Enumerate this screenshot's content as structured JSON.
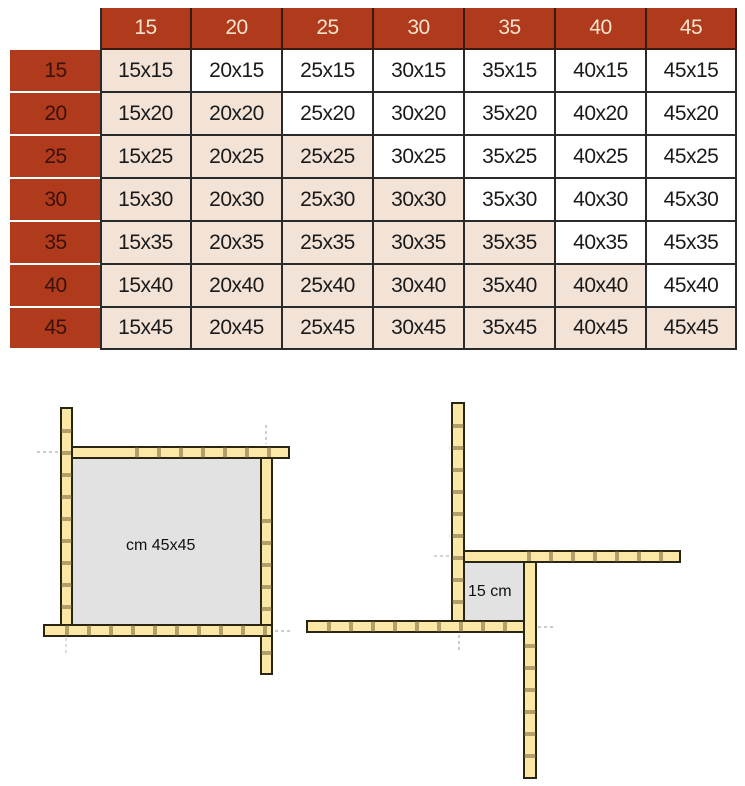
{
  "table": {
    "column_headers": [
      "15",
      "20",
      "25",
      "30",
      "35",
      "40",
      "45"
    ],
    "row_headers": [
      "15",
      "20",
      "25",
      "30",
      "35",
      "40",
      "45"
    ],
    "rows": [
      [
        "15x15",
        "20x15",
        "25x15",
        "30x15",
        "35x15",
        "40x15",
        "45x15"
      ],
      [
        "15x20",
        "20x20",
        "25x20",
        "30x20",
        "35x20",
        "40x20",
        "45x20"
      ],
      [
        "15x25",
        "20x25",
        "25x25",
        "30x25",
        "35x25",
        "40x25",
        "45x25"
      ],
      [
        "15x30",
        "20x30",
        "25x30",
        "30x30",
        "35x30",
        "40x30",
        "45x30"
      ],
      [
        "15x35",
        "20x35",
        "25x35",
        "30x35",
        "35x35",
        "40x35",
        "45x35"
      ],
      [
        "15x40",
        "20x40",
        "25x40",
        "30x40",
        "35x40",
        "40x40",
        "45x40"
      ],
      [
        "15x45",
        "20x45",
        "25x45",
        "30x45",
        "35x45",
        "40x45",
        "45x45"
      ]
    ],
    "highlight_rule": "cells where column <= row are shaded",
    "colors": {
      "header_bg": "#b03a1c",
      "col_header_text": "#fbe3cf",
      "row_header_text": "#3a1208",
      "highlight_bg": "#f3e2d6",
      "plain_bg": "#ffffff"
    }
  },
  "diagrams": {
    "left": {
      "label": "cm 45x45"
    },
    "right": {
      "label": "15 cm"
    },
    "colors": {
      "bar_fill": "#fbe7a6",
      "bar_stroke": "#2a2413",
      "area_fill": "#e2e2e2"
    }
  }
}
